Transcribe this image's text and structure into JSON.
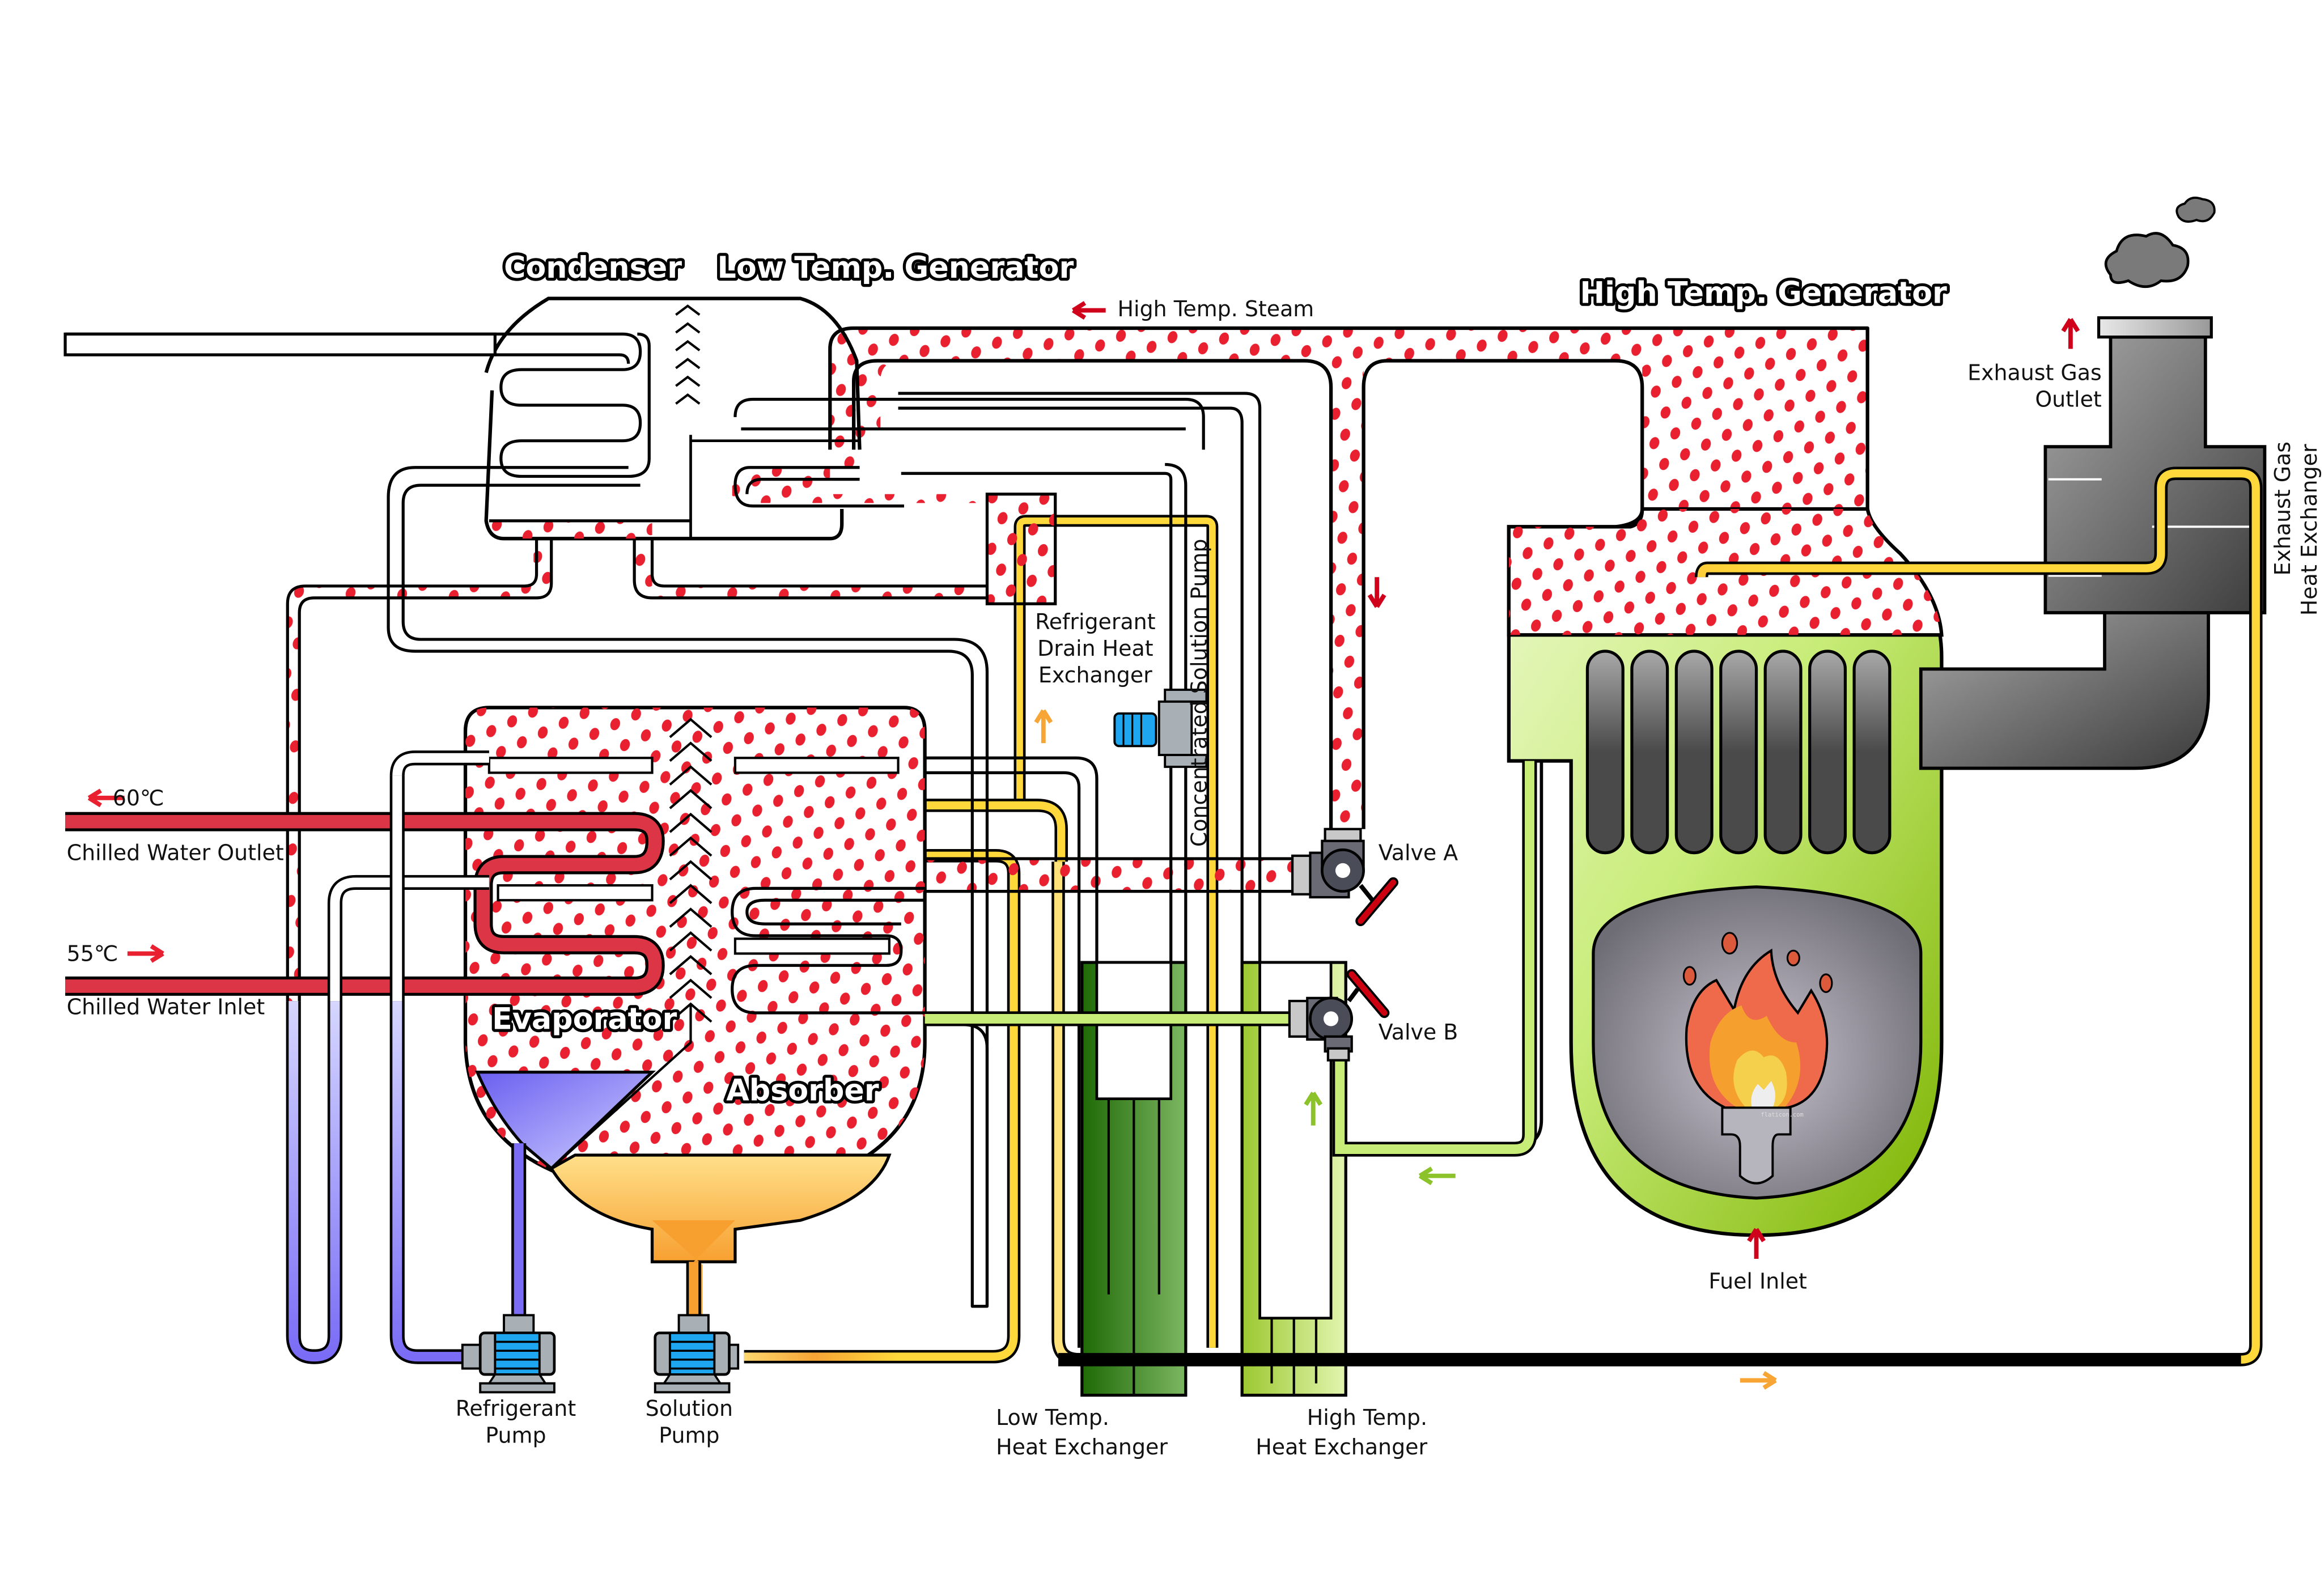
{
  "diagram": {
    "title": "Absorption chiller-heater cycle diagram",
    "components": {
      "condenser": "Condenser",
      "low_temp_generator": "Low Temp. Generator",
      "high_temp_generator": "High Temp. Generator",
      "evaporator": "Evaporator",
      "absorber": "Absorber"
    },
    "labels": {
      "high_temp_steam": "High Temp. Steam",
      "exhaust_gas_outlet_line1": "Exhaust Gas",
      "exhaust_gas_outlet_line2": "Outlet",
      "exhaust_hx_line1": "Exhaust Gas",
      "exhaust_hx_line2": "Heat Exchanger",
      "refrigerant_drain_hx_line1": "Refrigerant",
      "refrigerant_drain_hx_line2": "Drain Heat",
      "refrigerant_drain_hx_line3": "Exchanger",
      "concentrated_solution_pump": "Concentrated Solution Pump",
      "valve_a": "Valve A",
      "valve_b": "Valve B",
      "outlet_temp": "60℃",
      "chilled_water_outlet": "Chilled Water Outlet",
      "inlet_temp": "55℃",
      "chilled_water_inlet": "Chilled Water Inlet",
      "refrigerant_pump_line1": "Refrigerant",
      "refrigerant_pump_line2": "Pump",
      "solution_pump_line1": "Solution",
      "solution_pump_line2": "Pump",
      "lt_hx_line1": "Low Temp.",
      "lt_hx_line2": "Heat Exchanger",
      "ht_hx_line1": "High Temp.",
      "ht_hx_line2": "Heat Exchanger",
      "fuel_inlet": "Fuel Inlet",
      "watermark": "flaticon.com"
    },
    "colors": {
      "vapor_dots": "#e8202f",
      "chilled_water_pipe": "#dc3545",
      "flow_arrow_red": "#d0021b",
      "solution_yellow": "#ffd93b",
      "solution_orange": "#f7a535",
      "refrigerant_blue": "#7a6cf5",
      "generator_green": "#9ccc3a",
      "lt_hx_green": "#2f7a12",
      "exhaust_gray": "#6b6b6b",
      "pump_blue": "#1ea7f0"
    }
  }
}
